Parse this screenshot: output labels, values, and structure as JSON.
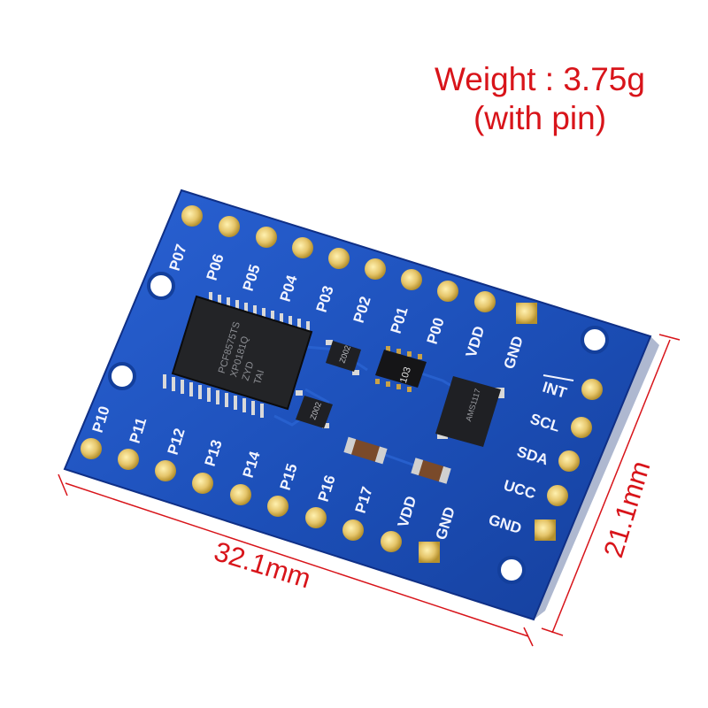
{
  "annotations": {
    "weight": "Weight : 3.75g",
    "weight_note": "(with pin)",
    "length": "32.1mm",
    "width": "21.1mm"
  },
  "board": {
    "top_pins": [
      "P07",
      "P06",
      "P05",
      "P04",
      "P03",
      "P02",
      "P01",
      "P00",
      "VDD",
      "GND"
    ],
    "bottom_pins": [
      "P10",
      "P11",
      "P12",
      "P13",
      "P14",
      "P15",
      "P16",
      "P17",
      "VDD",
      "GND"
    ],
    "right_pins": [
      "INT",
      "SCL",
      "SDA",
      "UCC",
      "GND"
    ],
    "chip_marking": [
      "PCF8575TS",
      "XP0181Q",
      "ZYD",
      "TAI"
    ],
    "resistor_marking": "103",
    "transistor_marking": "Z002",
    "regulator_marking": "AMS1117",
    "colors": {
      "pcb": "#1c4fb8",
      "pcb_edge": "#0f2f86",
      "pad": "#e5c56a",
      "silkscreen": "#f2f4ff",
      "label_red": "#d8141a"
    }
  }
}
